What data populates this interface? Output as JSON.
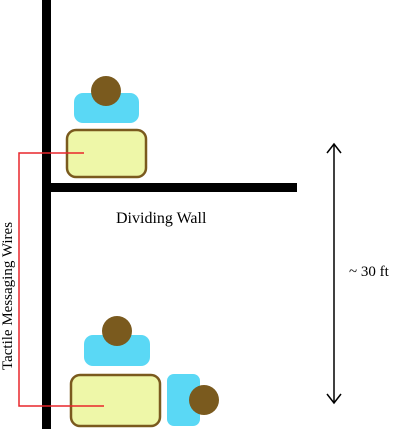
{
  "labels": {
    "dividing_wall": "Dividing Wall",
    "distance": "~ 30 ft",
    "wires": "Tactile Messaging Wires"
  },
  "colors": {
    "wall": "#000000",
    "wire": "#e8262b",
    "desk_fill": "#eef7a8",
    "desk_stroke": "#7a5a1e",
    "chair": "#5ad8f5",
    "person": "#7a5a1e"
  }
}
